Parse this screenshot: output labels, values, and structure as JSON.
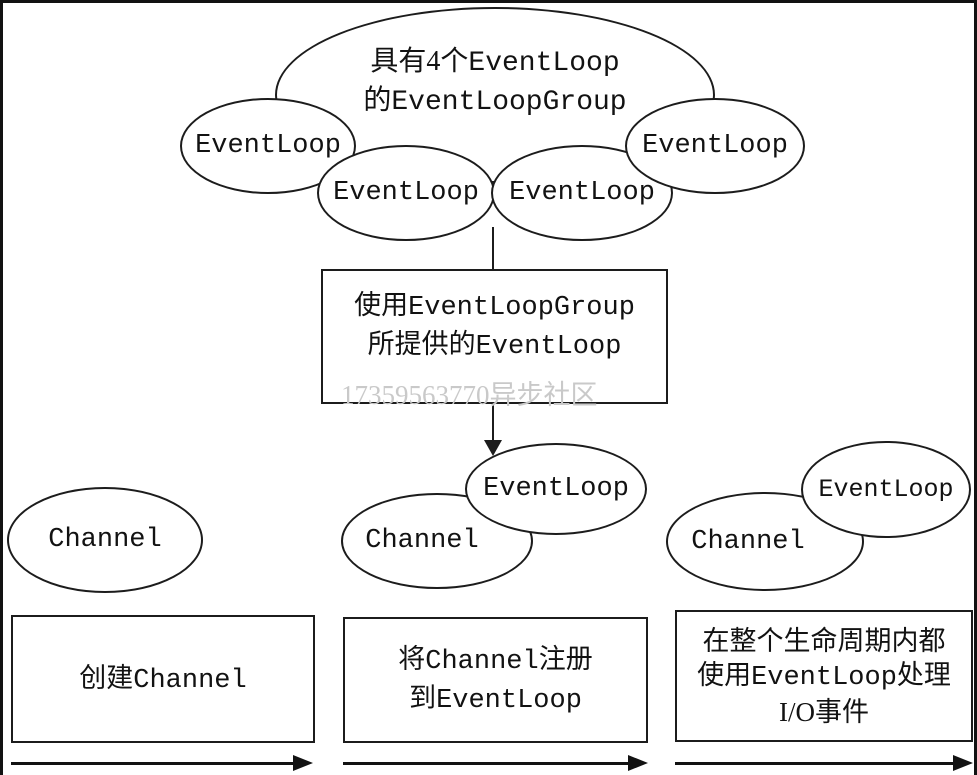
{
  "labels": {
    "eventloop": "EventLoop",
    "channel": "Channel"
  },
  "group": {
    "line1_zh": "具有4个",
    "line1_code": "EventLoop",
    "line2_zh": "的",
    "line2_code": "EventLoopGroup"
  },
  "provide_box": {
    "line1_zh": "使用",
    "line1_code": "EventLoopGroup",
    "line2_zh": "所提供的",
    "line2_code": "EventLoop"
  },
  "watermark": "17359563770异步社区",
  "steps": {
    "step1": {
      "line1_zh": "创建",
      "line1_code": "Channel"
    },
    "step2": {
      "line1_zh": "将",
      "line1_code": "Channel",
      "line1_zh2": "注册",
      "line2_zh": "到",
      "line2_code": "EventLoop"
    },
    "step3": {
      "line1": "在整个生命周期内都",
      "line2_zh": "使用",
      "line2_code": "EventLoop",
      "line2_zh2": "处理",
      "line3": "I/O事件"
    }
  }
}
